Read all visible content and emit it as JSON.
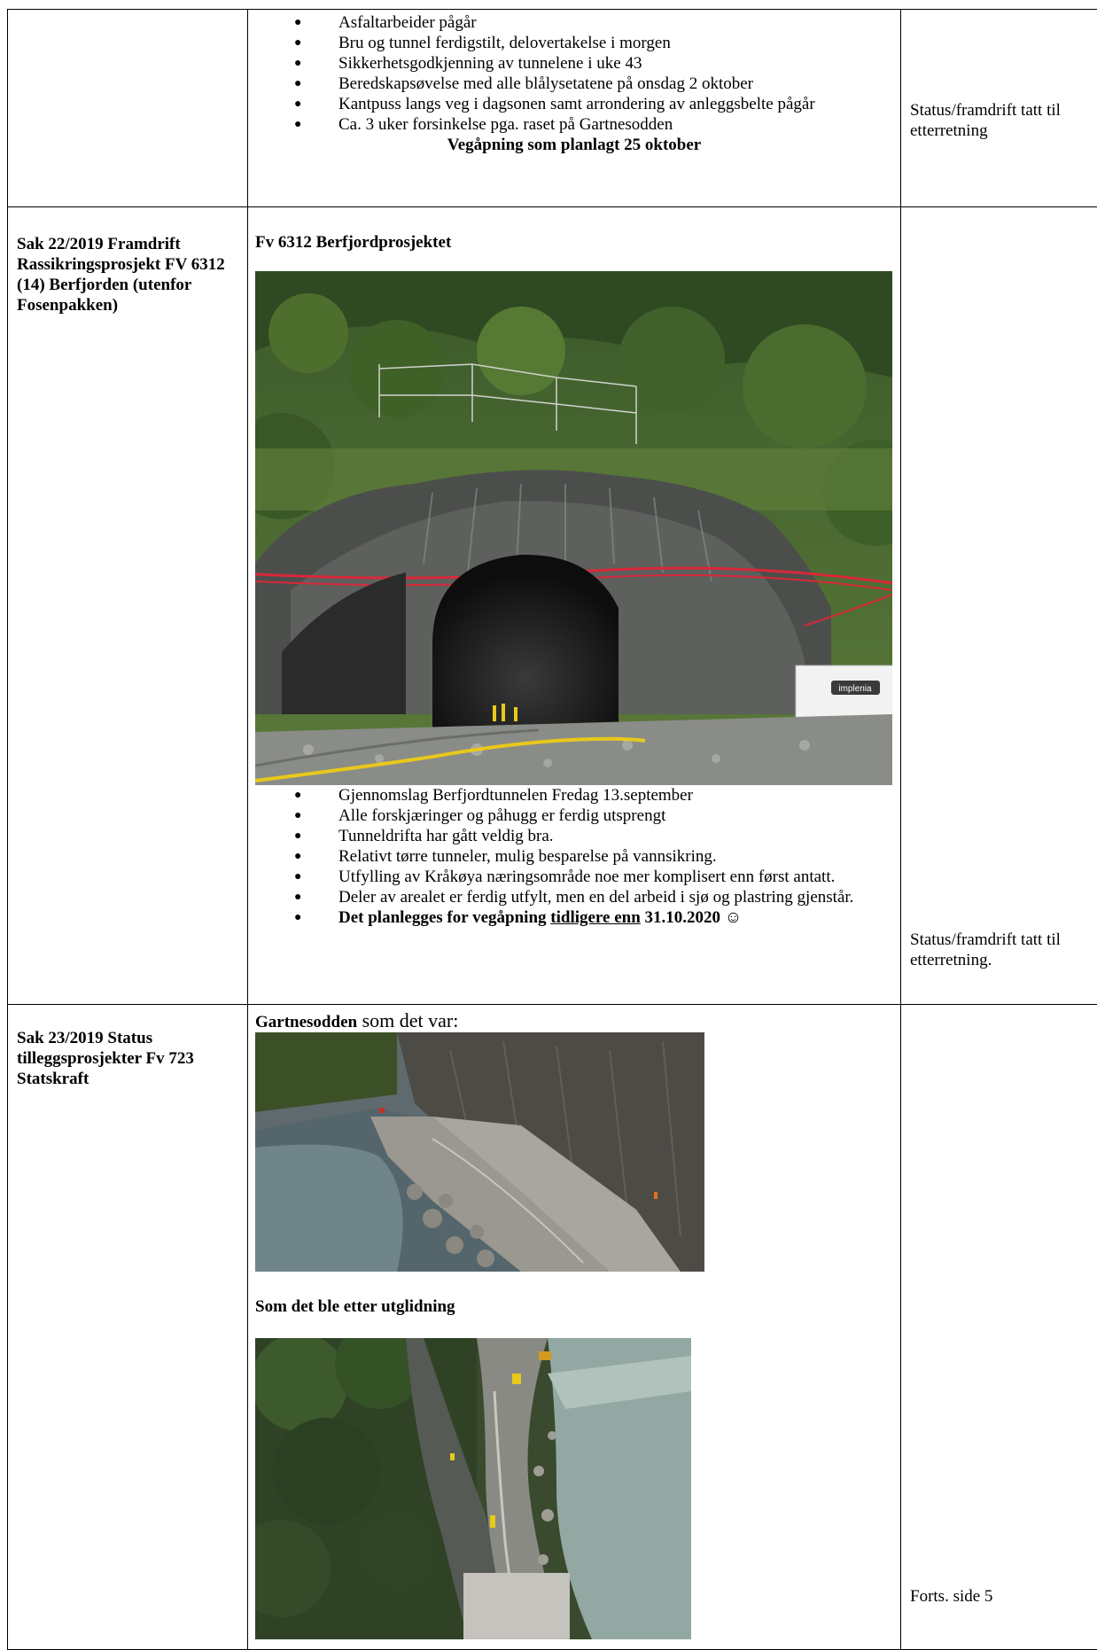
{
  "rows": [
    {
      "case_title": "",
      "bullets": [
        "Asfaltarbeider pågår",
        "Bru og tunnel ferdigstilt, delovertakelse i morgen",
        "Sikkerhetsgodkjenning av tunnelene i uke 43",
        "Beredskapsøvelse med alle blålysetatene på onsdag 2 oktober",
        "Kantpuss langs veg  i dagsonen samt arrondering av anleggsbelte pågår",
        "Ca. 3 uker forsinkelse pga. raset på Gartnesodden"
      ],
      "highlight": "Vegåpning som planlagt 25 oktober",
      "status": "Status/framdrift tatt til etterretning"
    },
    {
      "case_title": "Sak 22/2019 Framdrift Rassikringsprosjekt FV 6312 (14) Berfjorden (utenfor Fosenpakken)",
      "section_title": "Fv 6312 Berfjordprosjektet",
      "photo_alt": "Tunnel portal",
      "sign_text": "implenia",
      "bullets": [
        "Gjennomslag Berfjordtunnelen Fredag 13.september",
        "Alle forskjæringer og påhugg er ferdig utsprengt",
        "Tunneldrifta har gått veldig bra.",
        "Relativt tørre tunneler, mulig besparelse på vannsikring.",
        "Utfylling av Kråkøya næringsområde noe mer komplisert enn først antatt.",
        "Deler av arealet er ferdig utfylt, men en del arbeid i sjø og plastring gjenstår."
      ],
      "last_bullet": {
        "prefix": "Det planlegges for vegåpning ",
        "underlined": "tidligere enn",
        "suffix": " 31.10.2020 ☺"
      },
      "status": "Status/framdrift tatt til etterretning."
    },
    {
      "case_title": "Sak 23/2019 Status tilleggsprosjekter Fv 723 Statskraft",
      "heading_bold": "Gartnesodden",
      "heading_normal": " som det var:",
      "subheading": "Som det ble etter utglidning",
      "status": "Forts. side 5"
    }
  ],
  "colors": {
    "border": "#000000",
    "rope_red": "#d8283a",
    "hose_yellow": "#e8c81a"
  }
}
